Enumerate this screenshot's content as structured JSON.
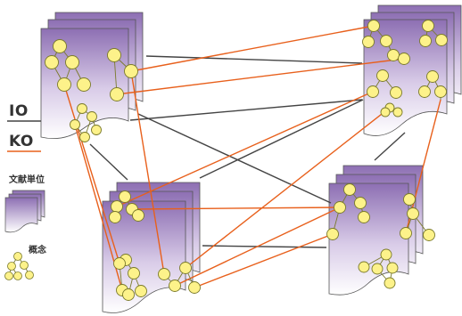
{
  "legend": {
    "io_label": "IO",
    "ko_label": "KO",
    "document_unit_label": "文献単位",
    "concept_label": "概念"
  },
  "colors": {
    "io_link": "#444444",
    "ko_link": "#e8601c",
    "doc_gradient_top": "#8a6bb0",
    "doc_gradient_bottom": "#ffffff",
    "node_fill": "#fdf28a",
    "node_stroke": "#7a7a2a"
  },
  "icons": [
    "document-stack-icon",
    "concept-tree-icon"
  ]
}
